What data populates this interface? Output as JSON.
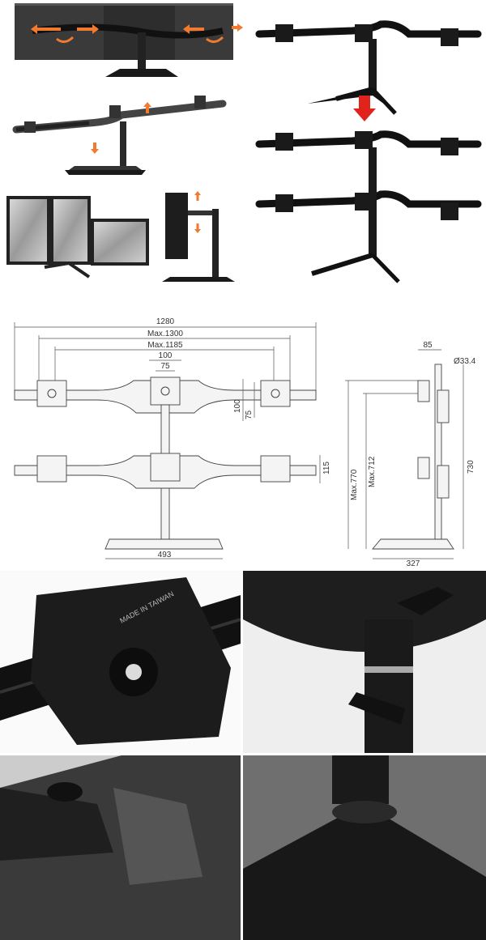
{
  "drawing": {
    "width_overall": "1280",
    "width_max": "Max.1300",
    "width_max_inner": "Max.1185",
    "vesa_100": "100",
    "vesa_75": "75",
    "vesa_v_100": "100",
    "vesa_v_75": "75",
    "tier_gap": "115",
    "height_max_770": "Max.770",
    "height_max_712": "Max.712",
    "base_width": "493",
    "side_85": "85",
    "pole_diameter": "Ø33.4",
    "side_height": "730",
    "base_depth": "327"
  },
  "plate": {
    "engraving": "MADE IN TAIWAN"
  },
  "colors": {
    "accent_arrow": "#f07a2f",
    "red_arrow": "#e0241b",
    "metal_dark": "#1a1a1a"
  }
}
